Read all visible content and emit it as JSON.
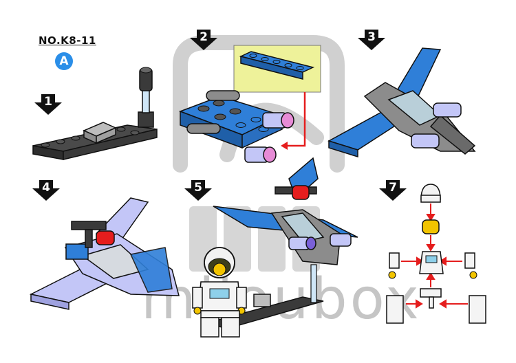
{
  "header": {
    "model_number": "NO.K8-11",
    "variant_badge": "A"
  },
  "steps": [
    {
      "label": "1",
      "icon": "down-arrow-icon"
    },
    {
      "label": "2",
      "icon": "down-arrow-icon"
    },
    {
      "label": "3",
      "icon": "down-arrow-icon"
    },
    {
      "label": "4",
      "icon": "down-arrow-icon"
    },
    {
      "label": "5",
      "icon": "down-arrow-icon"
    },
    {
      "label": "7",
      "icon": "down-arrow-icon"
    }
  ],
  "watermark": {
    "text": "miloubox"
  },
  "colors": {
    "brick_blue": "#2f7fd8",
    "brick_light_blue": "#c3c6f7",
    "brick_dark_gray": "#3a3a3a",
    "brick_gray": "#8c8c8c",
    "highlight_yellow": "#eef29a",
    "callout_red": "#e51d1d",
    "badge_blue": "#2a8ee8"
  }
}
